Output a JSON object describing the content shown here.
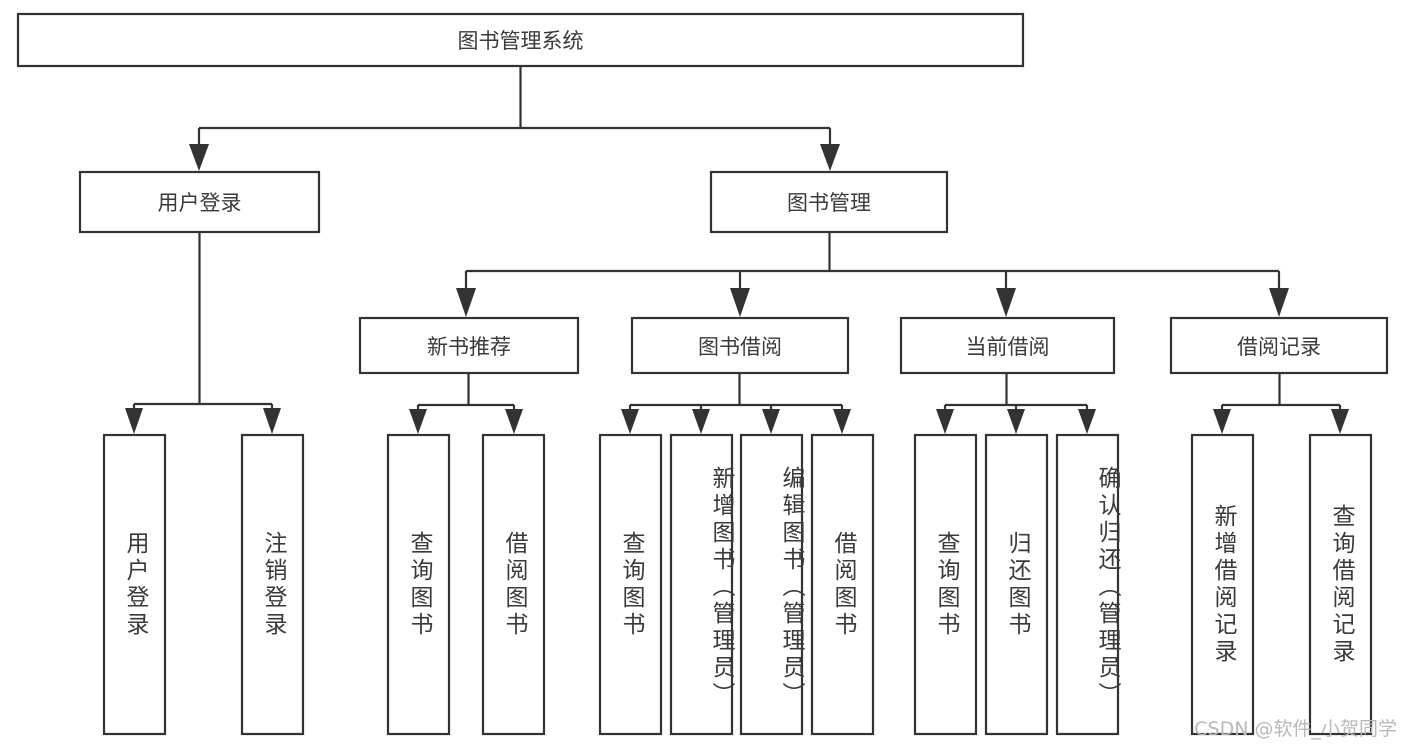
{
  "diagram": {
    "title": "图书管理系统",
    "type": "tree",
    "orientation": "top-down",
    "colors": {
      "box_fill": "#ffffff",
      "box_stroke": "#333333",
      "text": "#3a3a3a",
      "watermark": "#b9b9b9",
      "background": "#ffffff"
    },
    "watermark": "CSDN @软件_小贺同学",
    "levels": {
      "level1": [
        "图书管理系统"
      ],
      "level2": [
        "用户登录",
        "图书管理"
      ],
      "level3": [
        "新书推荐",
        "图书借阅",
        "当前借阅",
        "借阅记录"
      ],
      "level4": [
        "用户登录",
        "注销登录",
        "查询图书",
        "借阅图书",
        "查询图书",
        "新增图书（管理员）",
        "编辑图书（管理员）",
        "借阅图书",
        "查询图书",
        "归还图书",
        "确认归还（管理员）",
        "新增借阅记录",
        "查询借阅记录"
      ]
    },
    "nodes": {
      "root": {
        "label": "图书管理系统"
      },
      "user_login": {
        "label": "用户登录"
      },
      "book_manage": {
        "label": "图书管理"
      },
      "new_book_rec": {
        "label": "新书推荐"
      },
      "book_borrow": {
        "label": "图书借阅"
      },
      "current_borrow": {
        "label": "当前借阅"
      },
      "borrow_record": {
        "label": "借阅记录"
      },
      "leaf_user_login": {
        "label": "用户登录"
      },
      "leaf_logout": {
        "label": "注销登录"
      },
      "leaf_query_book_1": {
        "label": "查询图书"
      },
      "leaf_borrow_book_1": {
        "label": "借阅图书"
      },
      "leaf_query_book_2": {
        "label": "查询图书"
      },
      "leaf_add_book": {
        "label": "新增图书（管理员）"
      },
      "leaf_edit_book": {
        "label": "编辑图书（管理员）"
      },
      "leaf_borrow_book_2": {
        "label": "借阅图书"
      },
      "leaf_query_book_3": {
        "label": "查询图书"
      },
      "leaf_return_book": {
        "label": "归还图书"
      },
      "leaf_confirm_return": {
        "label": "确认归还（管理员）"
      },
      "leaf_add_record": {
        "label": "新增借阅记录"
      },
      "leaf_query_record": {
        "label": "查询借阅记录"
      }
    },
    "edges": [
      {
        "from": "图书管理系统",
        "to": "用户登录"
      },
      {
        "from": "图书管理系统",
        "to": "图书管理"
      },
      {
        "from": "用户登录",
        "to": "用户登录"
      },
      {
        "from": "用户登录",
        "to": "注销登录"
      },
      {
        "from": "图书管理",
        "to": "新书推荐"
      },
      {
        "from": "图书管理",
        "to": "图书借阅"
      },
      {
        "from": "图书管理",
        "to": "当前借阅"
      },
      {
        "from": "图书管理",
        "to": "借阅记录"
      },
      {
        "from": "新书推荐",
        "to": "查询图书"
      },
      {
        "from": "新书推荐",
        "to": "借阅图书"
      },
      {
        "from": "图书借阅",
        "to": "查询图书"
      },
      {
        "from": "图书借阅",
        "to": "新增图书（管理员）"
      },
      {
        "from": "图书借阅",
        "to": "编辑图书（管理员）"
      },
      {
        "from": "图书借阅",
        "to": "借阅图书"
      },
      {
        "from": "当前借阅",
        "to": "查询图书"
      },
      {
        "from": "当前借阅",
        "to": "归还图书"
      },
      {
        "from": "当前借阅",
        "to": "确认归还（管理员）"
      },
      {
        "from": "借阅记录",
        "to": "新增借阅记录"
      },
      {
        "from": "借阅记录",
        "to": "查询借阅记录"
      }
    ]
  }
}
